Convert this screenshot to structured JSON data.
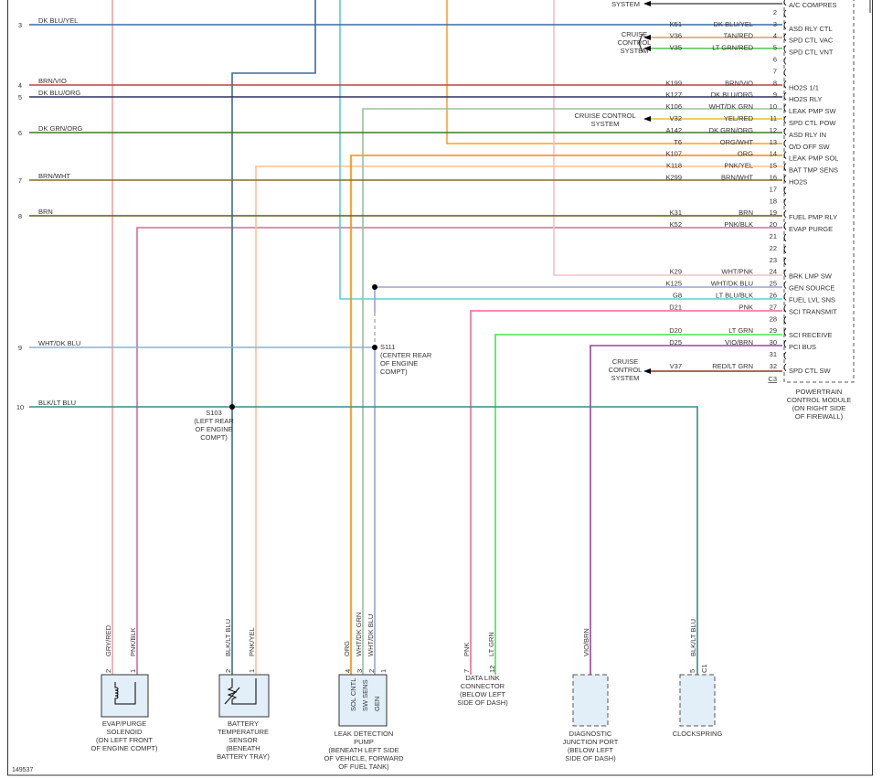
{
  "diagram_id": "149537",
  "rows": [
    {
      "num": "3",
      "label": "DK BLU/YEL"
    },
    {
      "num": "4",
      "label": "BRN/VIO"
    },
    {
      "num": "5",
      "label": "DK BLU/ORG"
    },
    {
      "num": "6",
      "label": "DK GRN/ORG"
    },
    {
      "num": "7",
      "label": "BRN/WHT"
    },
    {
      "num": "8",
      "label": "BRN"
    },
    {
      "num": "9",
      "label": "WHT/DK BLU"
    },
    {
      "num": "10",
      "label": "BLK/LT BLU"
    }
  ],
  "pcm": {
    "pins": [
      {
        "pin": "",
        "circuit": "",
        "color": "",
        "name": "A/C COMPRES"
      },
      {
        "pin": "2",
        "circuit": "",
        "color": "",
        "name": ""
      },
      {
        "pin": "3",
        "circuit": "K51",
        "color": "DK BLU/YEL",
        "name": "ASD RLY CTL"
      },
      {
        "pin": "4",
        "circuit": "V36",
        "color": "TAN/RED",
        "name": "SPD CTL VAC"
      },
      {
        "pin": "5",
        "circuit": "V35",
        "color": "LT GRN/RED",
        "name": "SPD CTL VNT"
      },
      {
        "pin": "6",
        "circuit": "",
        "color": "",
        "name": ""
      },
      {
        "pin": "7",
        "circuit": "",
        "color": "",
        "name": ""
      },
      {
        "pin": "8",
        "circuit": "K199",
        "color": "BRN/VIO",
        "name": "HO2S 1/1"
      },
      {
        "pin": "9",
        "circuit": "K127",
        "color": "DK BLU/ORG",
        "name": "HO2S RLY"
      },
      {
        "pin": "10",
        "circuit": "K106",
        "color": "WHT/DK GRN",
        "name": "LEAK PMP SW"
      },
      {
        "pin": "11",
        "circuit": "V32",
        "color": "YEL/RED",
        "name": "SPD CTL POW"
      },
      {
        "pin": "12",
        "circuit": "A142",
        "color": "DK GRN/ORG",
        "name": "ASD RLY IN"
      },
      {
        "pin": "13",
        "circuit": "T6",
        "color": "ORG/WHT",
        "name": "O/D OFF SW"
      },
      {
        "pin": "14",
        "circuit": "K107",
        "color": "ORG",
        "name": "LEAK PMP SOL"
      },
      {
        "pin": "15",
        "circuit": "K118",
        "color": "PNK/YEL",
        "name": "BAT TMP SENS"
      },
      {
        "pin": "16",
        "circuit": "K299",
        "color": "BRN/WHT",
        "name": "HO2S"
      },
      {
        "pin": "17",
        "circuit": "",
        "color": "",
        "name": ""
      },
      {
        "pin": "18",
        "circuit": "",
        "color": "",
        "name": ""
      },
      {
        "pin": "19",
        "circuit": "K31",
        "color": "BRN",
        "name": "FUEL PMP RLY"
      },
      {
        "pin": "20",
        "circuit": "K52",
        "color": "PNK/BLK",
        "name": "EVAP PURGE"
      },
      {
        "pin": "21",
        "circuit": "",
        "color": "",
        "name": ""
      },
      {
        "pin": "22",
        "circuit": "",
        "color": "",
        "name": ""
      },
      {
        "pin": "23",
        "circuit": "",
        "color": "",
        "name": ""
      },
      {
        "pin": "24",
        "circuit": "K29",
        "color": "WHT/PNK",
        "name": "BRK LMP SW"
      },
      {
        "pin": "25",
        "circuit": "K125",
        "color": "WHT/DK BLU",
        "name": "GEN SOURCE"
      },
      {
        "pin": "26",
        "circuit": "G8",
        "color": "LT BLU/BLK",
        "name": "FUEL LVL SNS"
      },
      {
        "pin": "27",
        "circuit": "D21",
        "color": "PNK",
        "name": "SCI TRANSMIT"
      },
      {
        "pin": "28",
        "circuit": "",
        "color": "",
        "name": ""
      },
      {
        "pin": "29",
        "circuit": "D20",
        "color": "LT GRN",
        "name": "SCI RECEIVE"
      },
      {
        "pin": "30",
        "circuit": "D25",
        "color": "VIO/BRN",
        "name": "PCI BUS"
      },
      {
        "pin": "31",
        "circuit": "",
        "color": "",
        "name": ""
      },
      {
        "pin": "32",
        "circuit": "V37",
        "color": "RED/LT GRN",
        "name": "SPD CTL SW"
      }
    ],
    "connector": "C3",
    "title": [
      "POWERTRAIN",
      "CONTROL MODULE",
      "(ON RIGHT SIDE",
      "OF FIREWALL)"
    ]
  },
  "cruise_labels": {
    "system_top": "SYSTEM",
    "group1": [
      "CRUISE",
      "CONTROL",
      "SYSTEM"
    ],
    "group2": [
      "CRUISE CONTROL",
      "SYSTEM"
    ],
    "group3": [
      "CRUISE",
      "CONTROL",
      "SYSTEM"
    ]
  },
  "splices": {
    "s103": [
      "S103",
      "(LEFT REAR",
      "OF ENGINE",
      "COMPT)"
    ],
    "s111": [
      "S111",
      "(CENTER REAR",
      "OF ENGINE",
      "COMPT)"
    ]
  },
  "components": [
    {
      "id": "evap",
      "wires": [
        "GRY/RED",
        "PNK/BLK"
      ],
      "pins": [
        "2",
        "1"
      ],
      "title": [
        "EVAP/PURGE",
        "SOLENOID",
        "(ON LEFT FRONT",
        "OF ENGINE COMPT)"
      ]
    },
    {
      "id": "battemp",
      "wires": [
        "BLK/LT BLU",
        "PNK/YEL"
      ],
      "pins": [
        "2",
        "1"
      ],
      "title": [
        "BATTERY",
        "TEMPERATURE",
        "SENSOR",
        "(BENEATH",
        "BATTERY TRAY)"
      ]
    },
    {
      "id": "leak",
      "wires": [
        "ORG",
        "WHT/DK GRN",
        "WHT/DK BLU"
      ],
      "pins": [
        "4",
        "3",
        "2",
        "1"
      ],
      "inner": [
        "SOL CNTL",
        "SW SENS",
        "GEN"
      ],
      "title": [
        "LEAK DETECTION",
        "PUMP",
        "(BENEATH LEFT SIDE",
        "OF VEHICLE, FORWARD",
        "OF FUEL TANK)"
      ]
    },
    {
      "id": "dlc",
      "wires": [
        "PNK",
        "LT GRN"
      ],
      "pins": [
        "7",
        "12"
      ],
      "title": [
        "DATA LINK",
        "CONNECTOR",
        "(BELOW LEFT",
        "SIDE OF DASH)"
      ]
    },
    {
      "id": "djp",
      "wires": [
        "VIO/BRN"
      ],
      "pins": [],
      "title": [
        "DIAGNOSTIC",
        "JUNCTION PORT",
        "(BELOW LEFT",
        "SIDE OF DASH)"
      ]
    },
    {
      "id": "clock",
      "wires": [
        "BLK/LT BLU"
      ],
      "pins": [
        "5",
        "C1"
      ],
      "title": [
        "CLOCKSPRING"
      ]
    }
  ],
  "colors": {
    "pink_light": "#f4a0a0",
    "pink_dark": "#d66a9a",
    "blue_dark": "#3a6ba0",
    "brown": "#8a6a20",
    "brown_olive": "#5a5a20",
    "dk_green": "#3a7a2a",
    "cyan": "#5ad0d0",
    "orange": "#ff8c00",
    "orange_light": "#ffc090",
    "teal": "#3a8a8a",
    "grayblue": "#90b0c8",
    "lt_green": "#50e050",
    "violet": "#a040a0",
    "lavender": "#a0a0d0",
    "sage": "#9ac09a",
    "dk_brown": "#8a3a1a",
    "box_fill": "#e2eef8"
  }
}
